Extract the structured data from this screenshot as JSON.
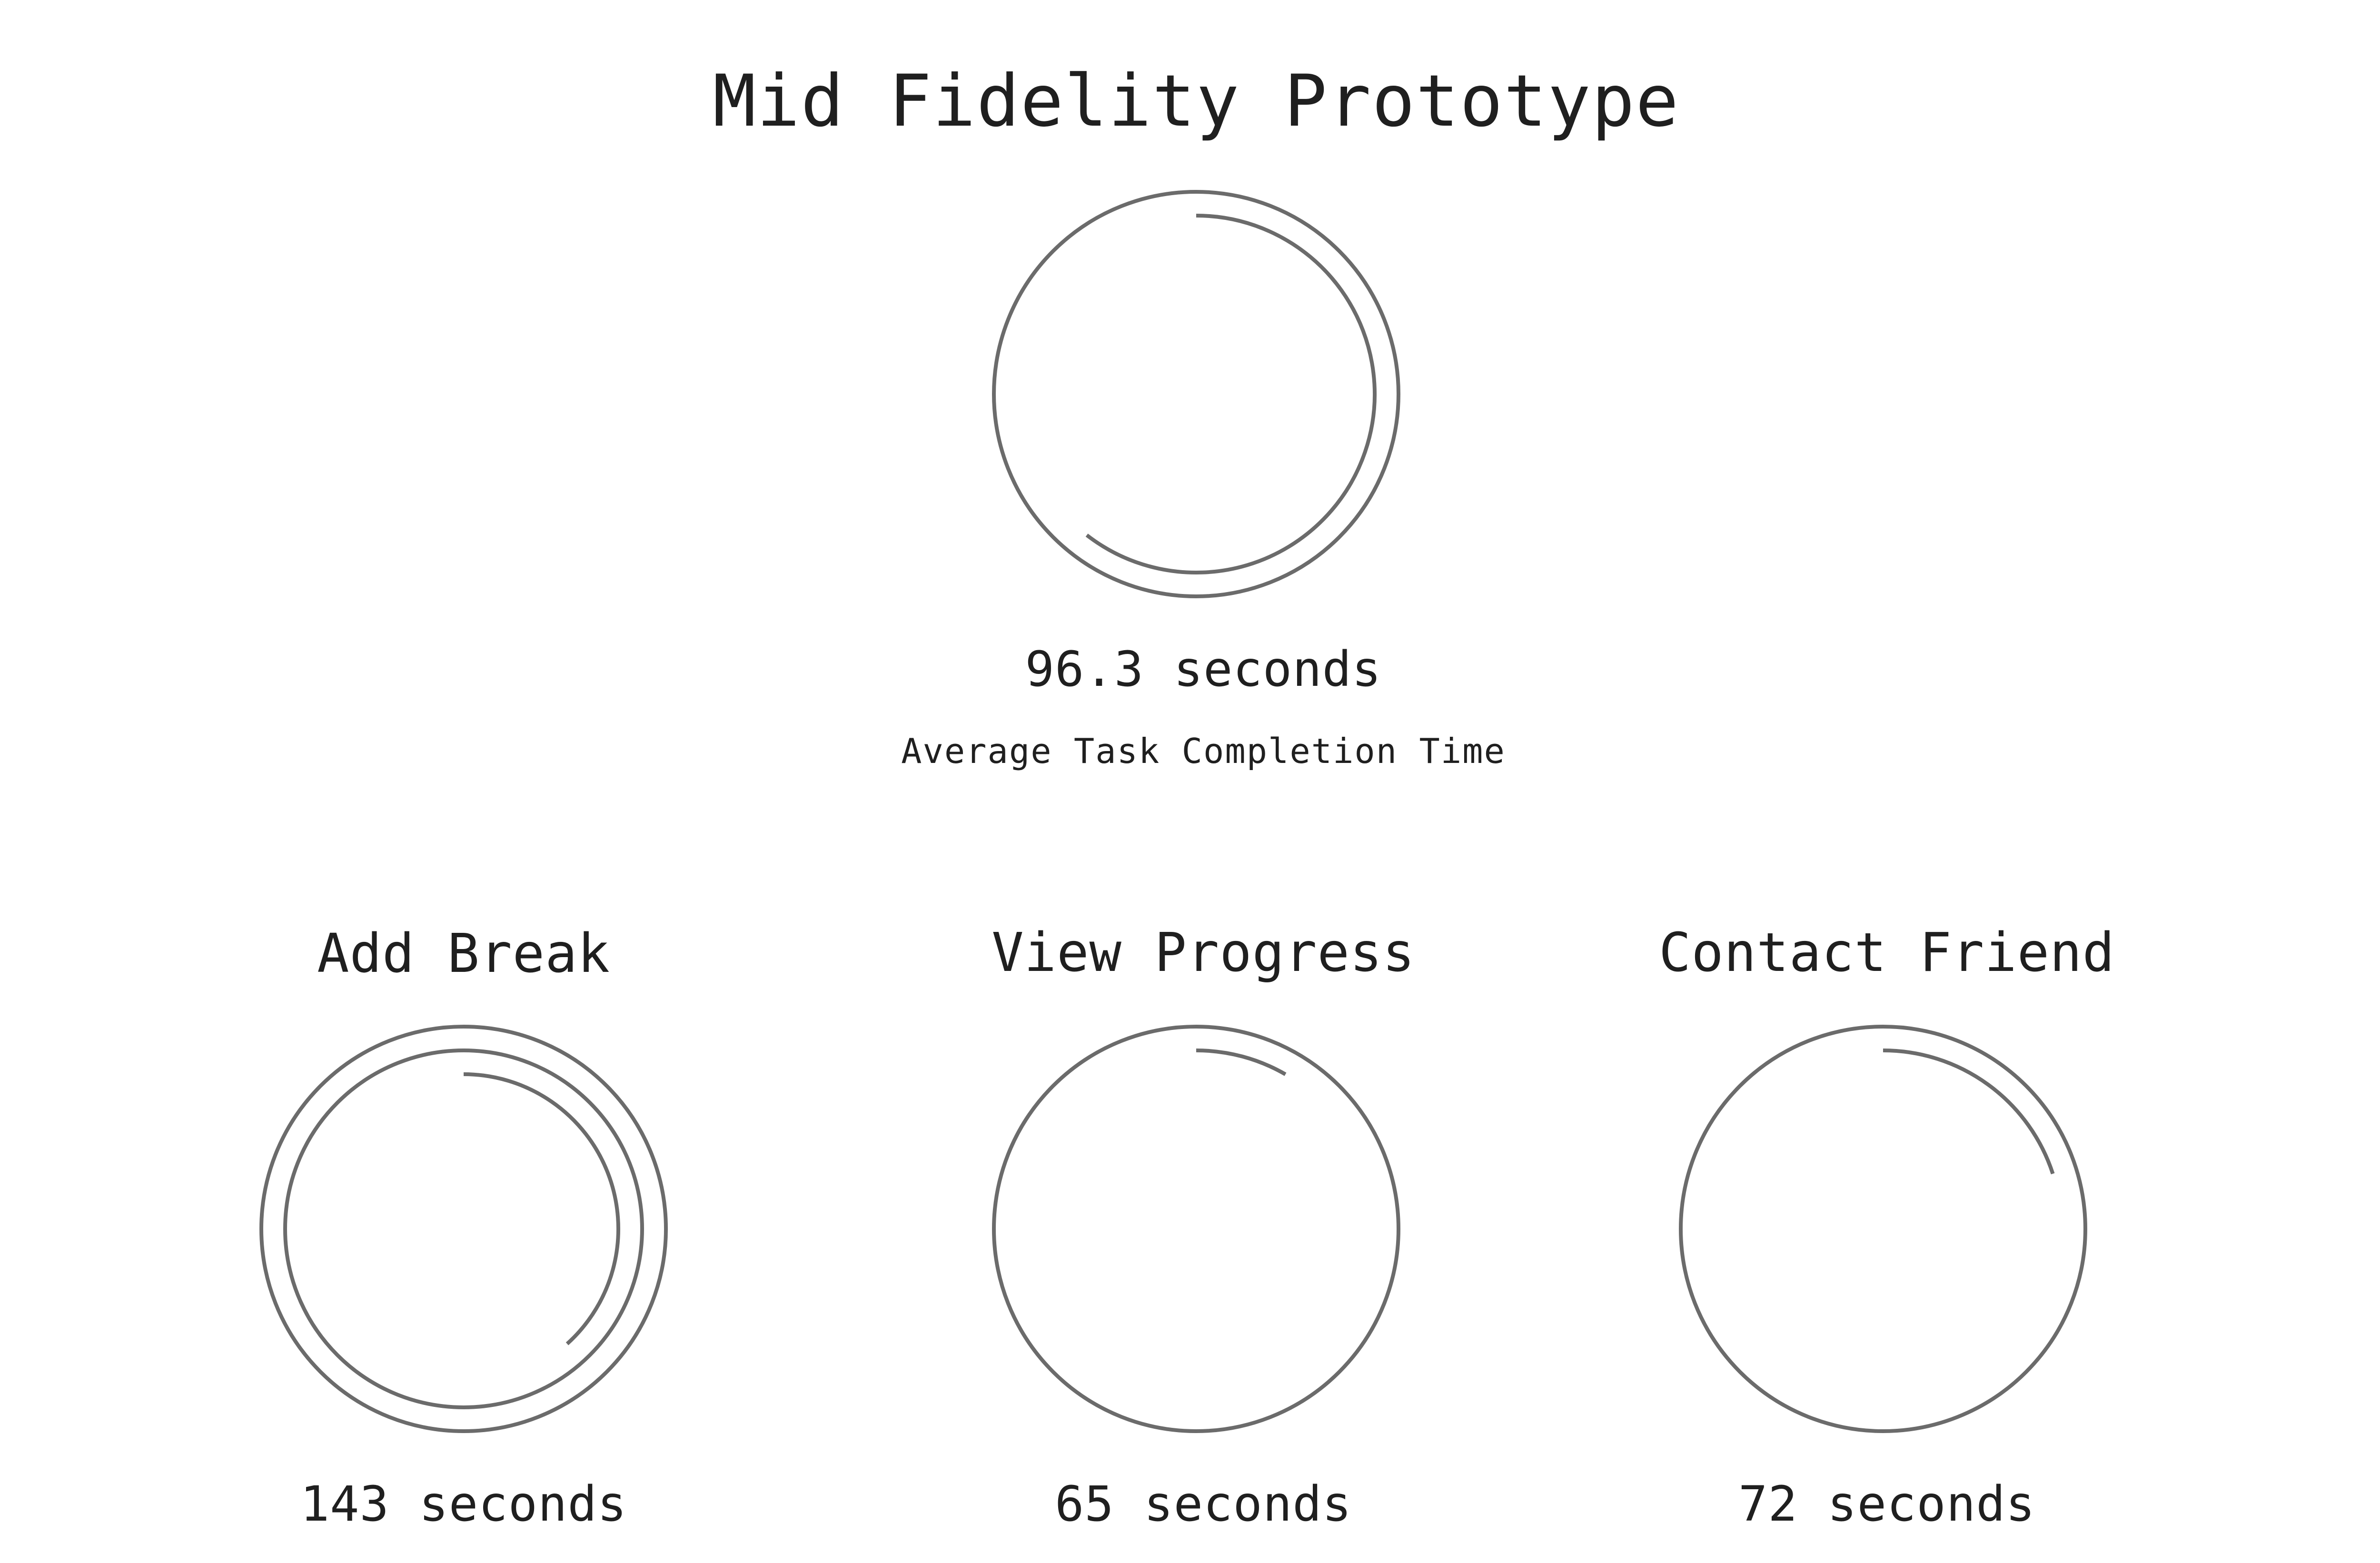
{
  "title": "Mid Fidelity Prototype",
  "summary": {
    "value_label": "96.3 seconds",
    "caption": "Average Task Completion Time"
  },
  "tasks": [
    {
      "name": "Add Break",
      "value_label": "143 seconds"
    },
    {
      "name": "View Progress",
      "value_label": "65 seconds"
    },
    {
      "name": "Contact Friend",
      "value_label": "72 seconds"
    }
  ],
  "chart_data": {
    "type": "radial",
    "title": "Mid Fidelity Prototype",
    "unit": "seconds",
    "seconds_per_full_ring": 60,
    "summary": {
      "label": "Average Task Completion Time",
      "value": 96.3
    },
    "categories": [
      "Add Break",
      "View Progress",
      "Contact Friend"
    ],
    "values": [
      143,
      65,
      72
    ]
  },
  "colors": {
    "stroke": "#6b6b6b",
    "text": "#1f1f1f",
    "background": "#ffffff"
  }
}
